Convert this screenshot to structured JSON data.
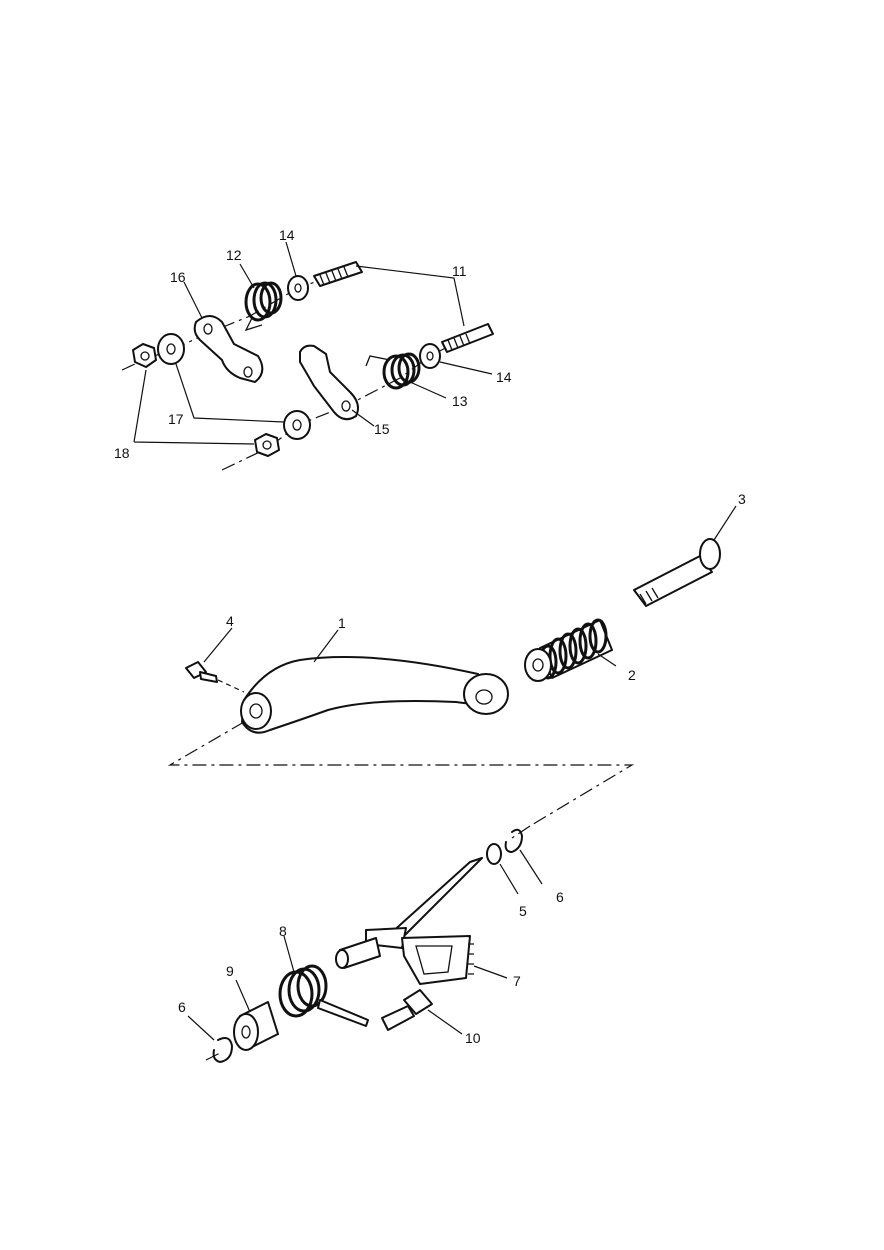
{
  "callouts": [
    {
      "id": "c1",
      "text": "1"
    },
    {
      "id": "c2",
      "text": "2"
    },
    {
      "id": "c3",
      "text": "3"
    },
    {
      "id": "c4",
      "text": "4"
    },
    {
      "id": "c5",
      "text": "5"
    },
    {
      "id": "c6a",
      "text": "6"
    },
    {
      "id": "c6b",
      "text": "6"
    },
    {
      "id": "c7",
      "text": "7"
    },
    {
      "id": "c8",
      "text": "8"
    },
    {
      "id": "c9",
      "text": "9"
    },
    {
      "id": "c10",
      "text": "10"
    },
    {
      "id": "c11",
      "text": "11"
    },
    {
      "id": "c12",
      "text": "12"
    },
    {
      "id": "c13",
      "text": "13"
    },
    {
      "id": "c14a",
      "text": "14"
    },
    {
      "id": "c14b",
      "text": "14"
    },
    {
      "id": "c15",
      "text": "15"
    },
    {
      "id": "c16",
      "text": "16"
    },
    {
      "id": "c17",
      "text": "17"
    },
    {
      "id": "c18",
      "text": "18"
    }
  ]
}
